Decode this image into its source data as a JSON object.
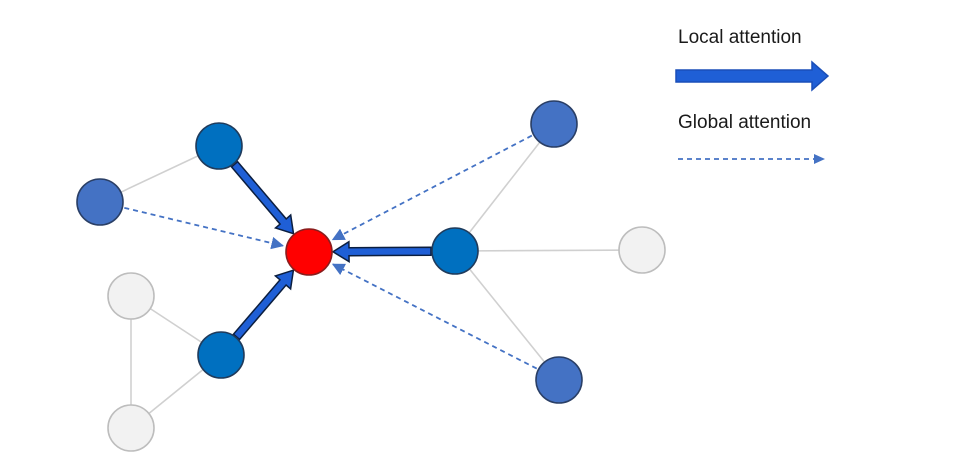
{
  "legend": {
    "local_label": "Local attention",
    "global_label": "Global attention"
  },
  "colors": {
    "target_node": "#ff0000",
    "local_node": "#0070c0",
    "global_node": "#4472c4",
    "inactive_node": "#f2f2f2",
    "inactive_edge": "#d0d0d0",
    "local_arrow": "#1f5fd6",
    "global_arrow": "#4472c4"
  },
  "graph": {
    "nodes": [
      {
        "id": "target",
        "role": "target"
      },
      {
        "id": "local-top",
        "role": "local"
      },
      {
        "id": "local-bottom",
        "role": "local"
      },
      {
        "id": "local-right",
        "role": "local"
      },
      {
        "id": "global-left",
        "role": "global"
      },
      {
        "id": "global-top-right",
        "role": "global"
      },
      {
        "id": "global-bottom-right",
        "role": "global"
      },
      {
        "id": "inactive-left-top",
        "role": "inactive"
      },
      {
        "id": "inactive-left-bottom",
        "role": "inactive"
      },
      {
        "id": "inactive-right",
        "role": "inactive"
      }
    ],
    "edges": [
      {
        "from": "local-top",
        "to": "global-left"
      },
      {
        "from": "local-bottom",
        "to": "inactive-left-top"
      },
      {
        "from": "local-bottom",
        "to": "inactive-left-bottom"
      },
      {
        "from": "inactive-left-top",
        "to": "inactive-left-bottom"
      },
      {
        "from": "local-right",
        "to": "global-top-right"
      },
      {
        "from": "local-right",
        "to": "global-bottom-right"
      },
      {
        "from": "local-right",
        "to": "inactive-right"
      }
    ],
    "local_attention": [
      "local-top",
      "local-bottom",
      "local-right"
    ],
    "global_attention": [
      "global-left",
      "global-top-right",
      "global-bottom-right"
    ]
  }
}
